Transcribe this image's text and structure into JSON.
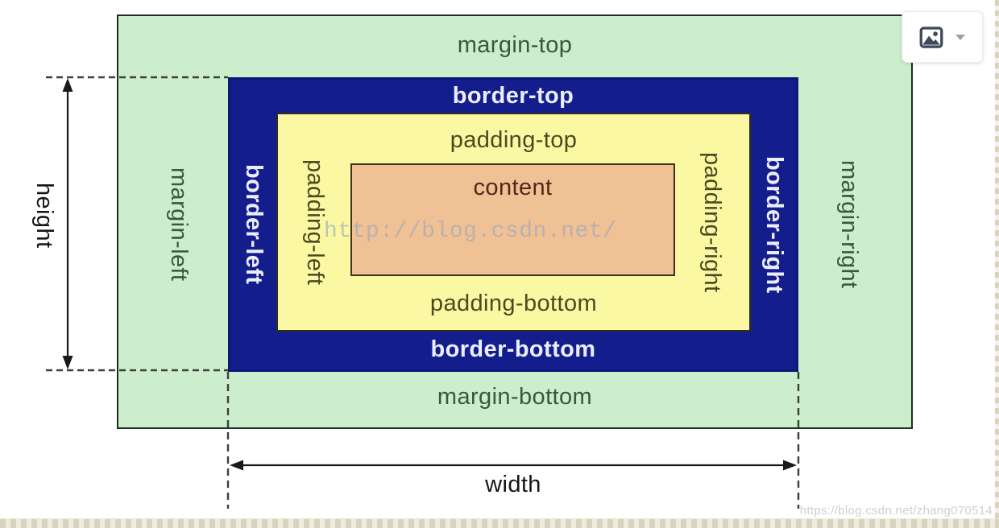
{
  "diagram": {
    "labels": {
      "margin_top": "margin-top",
      "margin_bottom": "margin-bottom",
      "margin_left": "margin-left",
      "margin_right": "margin-right",
      "border_top": "border-top",
      "border_bottom": "border-bottom",
      "border_left": "border-left",
      "border_right": "border-right",
      "padding_top": "padding-top",
      "padding_bottom": "padding-bottom",
      "padding_left": "padding-left",
      "padding_right": "padding-right",
      "content": "content",
      "height": "height",
      "width": "width"
    },
    "colors": {
      "margin_bg": "#CDEECD",
      "border_bg": "#131E8C",
      "padding_bg": "#FAF8A2",
      "content_bg": "#F0C194",
      "margin_text": "#3A573F",
      "border_text": "#EDEDFA",
      "padding_text": "#4A4A20",
      "content_text": "#50281A",
      "annotation_line": "#2B2B2B"
    }
  },
  "watermarks": {
    "center": "http://blog.csdn.net/",
    "corner": "https://blog.csdn.net/zhang070514"
  },
  "overlay_button": {
    "icons": [
      {
        "name": "image-icon",
        "color": "#3E4A5B"
      },
      {
        "name": "chevron-down-icon",
        "color": "#99A1AE"
      }
    ]
  }
}
